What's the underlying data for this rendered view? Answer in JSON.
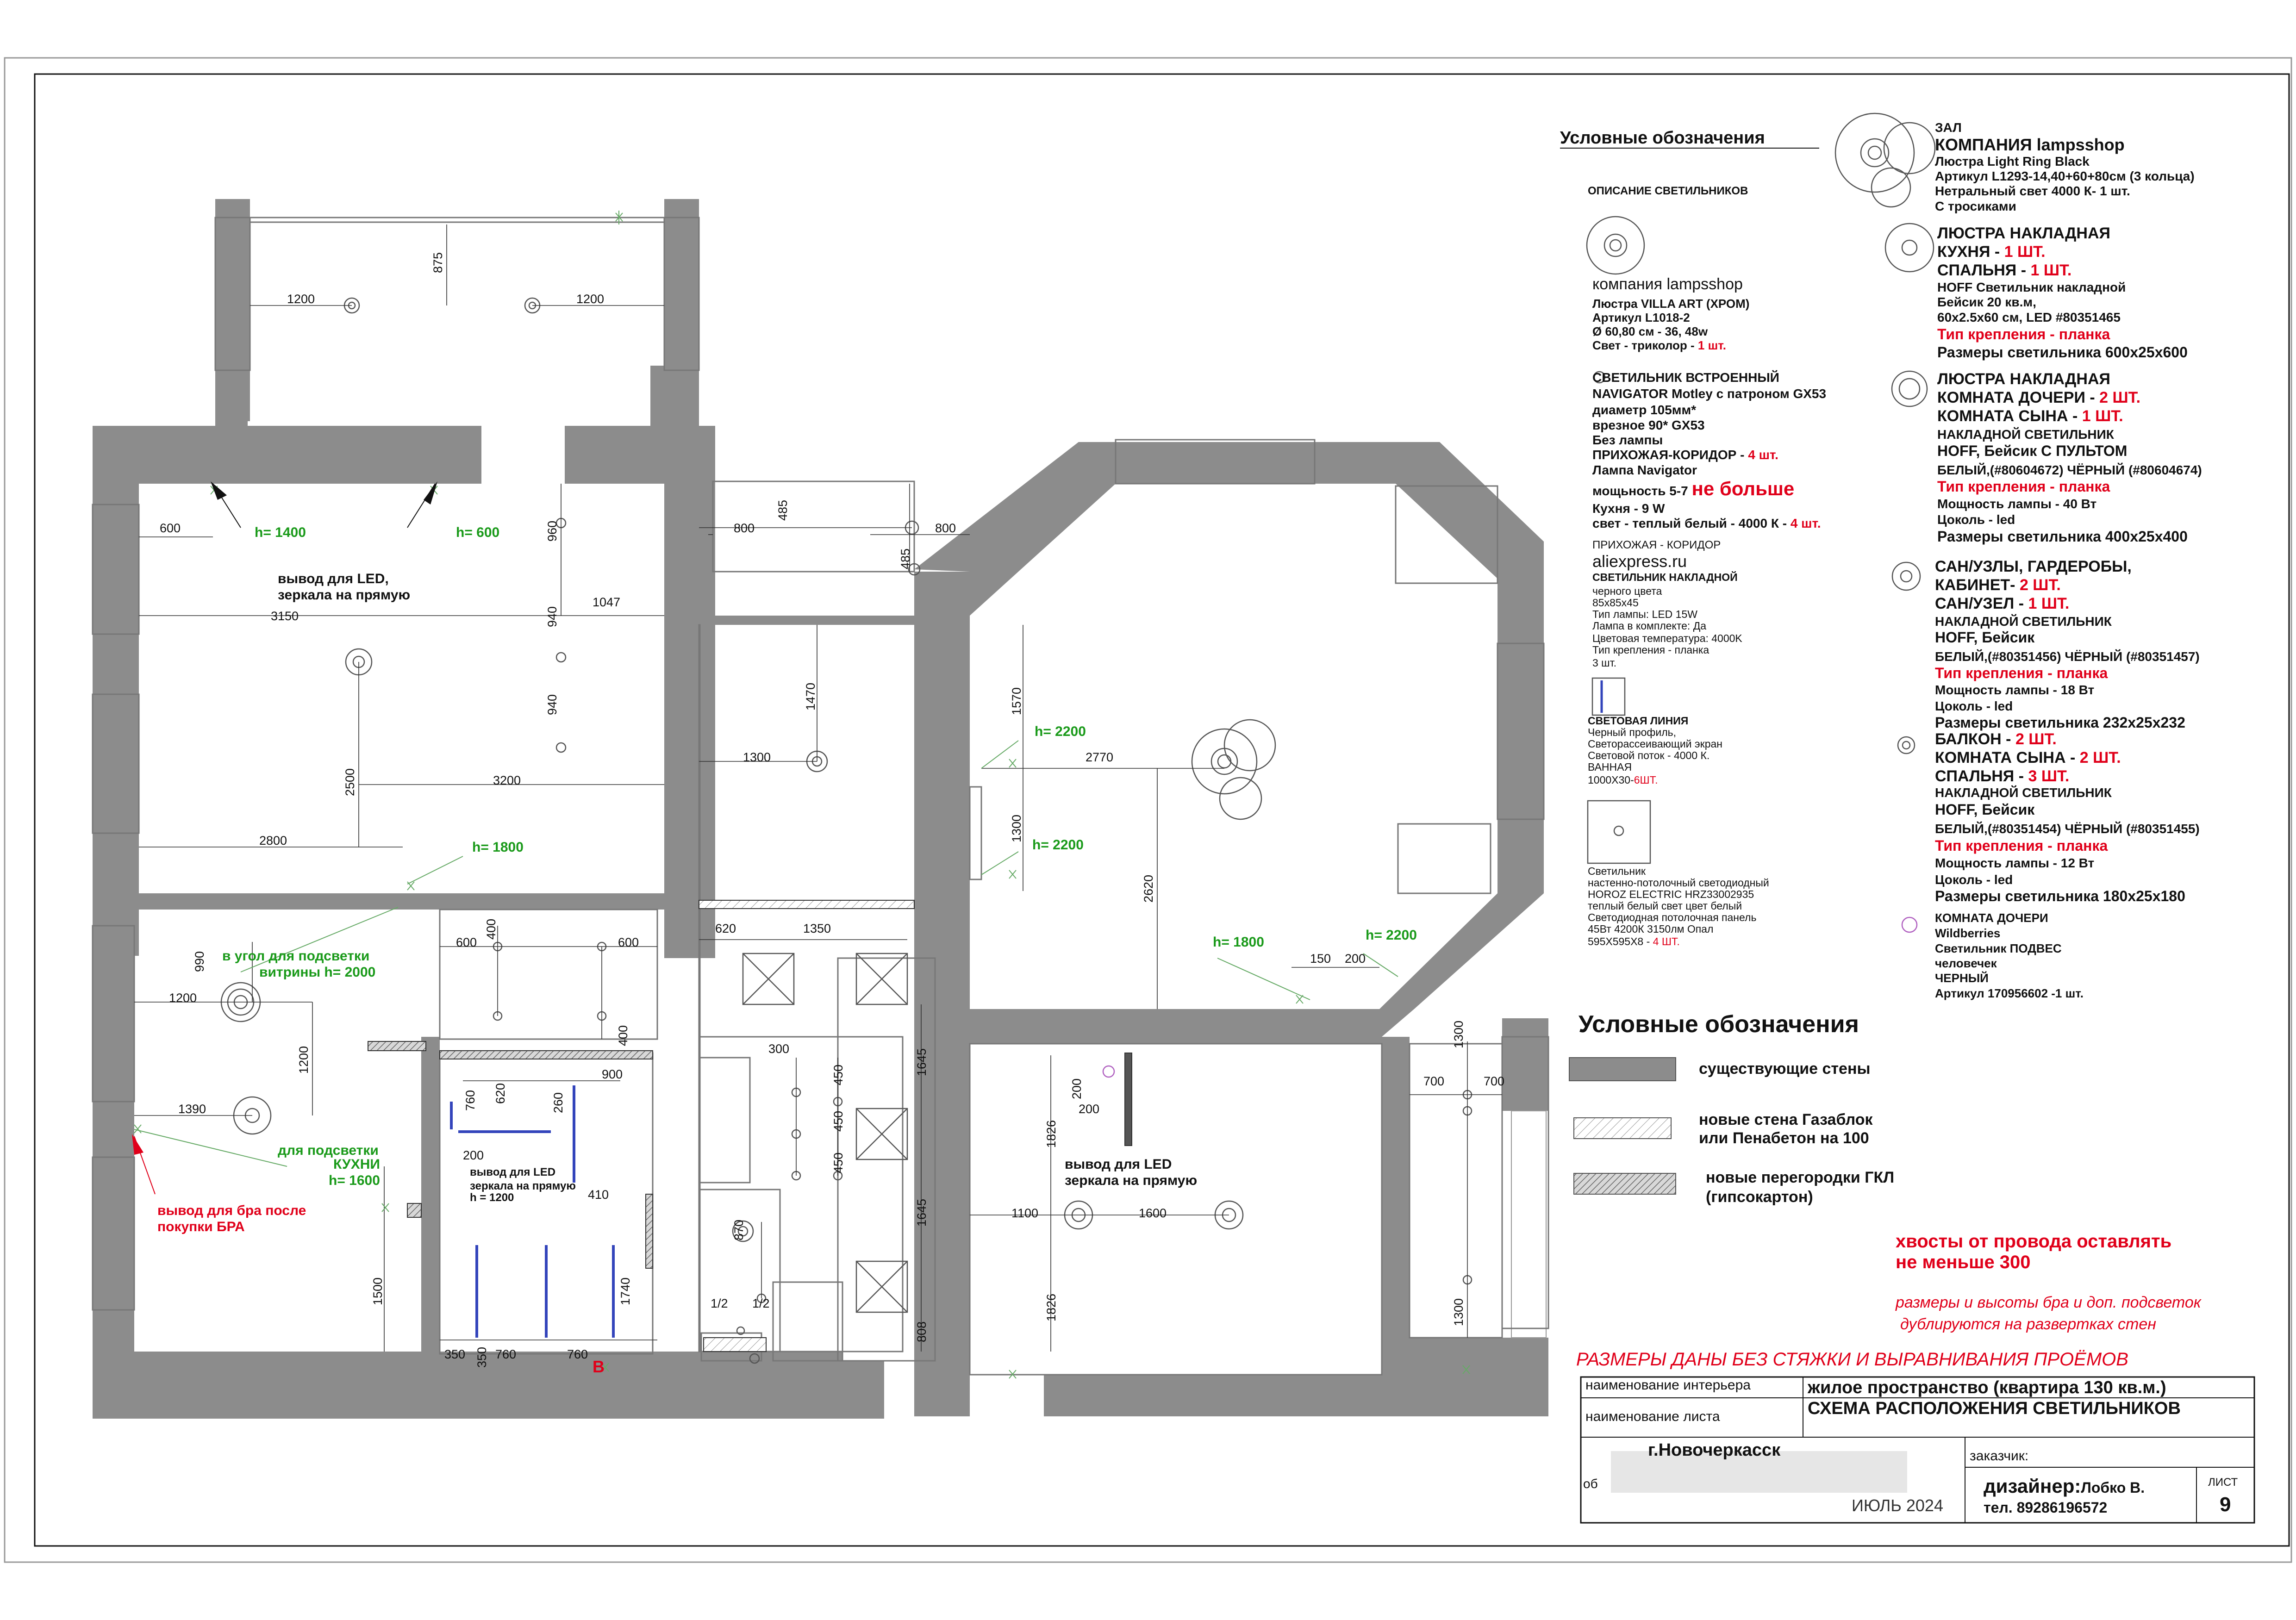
{
  "header": {
    "legend_title": "Условные обозначения",
    "fixtures_desc": "ОПИСАНИЕ СВЕТИЛЬНИКОВ"
  },
  "fixtures": {
    "f1": [
      "компания lampsshop",
      "Люстра VILLA ART (ХРОМ)",
      "Артикул  L1018-2",
      "Ø 60,80 см - 36, 48w",
      "Свет -  триколор - ",
      "1 шт."
    ],
    "f2": [
      "СВЕТИЛЬНИК ВСТРОЕННЫЙ",
      "NAVIGATOR Motley с патроном GX53",
      "диаметр 105мм*",
      "врезное 90* GX53",
      "Без лампы",
      "ПРИХОЖАЯ-КОРИДОР - ",
      "4 шт.",
      "Лампа Navigator",
      "мощьность 5-7 ",
      "не больше",
      "Кухня - 9 W",
      "свет - теплый белый - 4000 К - ",
      "4 шт."
    ],
    "f3": [
      "ПРИХОЖАЯ - КОРИДОР",
      "aliexpress.ru",
      "СВЕТИЛЬНИК НАКЛАДНОЙ",
      "черного цвета",
      "85х85х45",
      "Тип лампы: LED 15W",
      "Лампа в комплекте: Да",
      "Цветовая температура: 4000K",
      "Тип крепления - планка",
      "3 шт."
    ],
    "f4": [
      "СВЕТОВАЯ ЛИНИЯ",
      "Черный профиль,",
      "Светорассеивающий экран",
      "Световой поток - 4000 К.",
      "ВАННАЯ",
      "1000Х30-",
      "6ШТ."
    ],
    "f5": [
      "Светильник",
      "настенно-потолочный светодиодный",
      "HOROZ ELECTRIC HRZ33002935",
      "теплый белый свет цвет белый",
      "Светодиодная потолочная панель",
      "45Вт 4200К 3150лм Опал",
      "595Х595Х8 - ",
      "4 ШТ."
    ],
    "r1": [
      "ЗАЛ",
      "КОМПАНИЯ lampsshop",
      "Люстра Light Ring Black",
      "Артикул L1293-14,40+60+80см (3 кольца)",
      "Нетральный свет 4000 К- 1 шт.",
      "С тросиками"
    ],
    "r2": [
      "ЛЮСТРА НАКЛАДНАЯ",
      "КУХНЯ - ",
      "1 ШТ.",
      "СПАЛЬНЯ - ",
      "1 ШТ.",
      "HOFF Светильник накладной",
      "Бейсик 20 кв.м,",
      "60x2.5x60 см, LED #80351465",
      "Тип крепления - планка",
      "Размеры светильника 600х25х600"
    ],
    "r3": [
      "ЛЮСТРА НАКЛАДНАЯ",
      "КОМНАТА ДОЧЕРИ - ",
      "2 ШТ.",
      "КОМНАТА СЫНА - ",
      "1 ШТ.",
      "НАКЛАДНОЙ СВЕТИЛЬНИК",
      "HOFF, Бейсик С ПУЛЬТОМ",
      "БЕЛЫЙ,(#80604672) ЧЁРНЫЙ (#80604674)",
      "Тип крепления - планка",
      "Мощность лампы - 40 Вт",
      "Цоколь - led",
      "Размеры светильника 400х25х400"
    ],
    "r4": [
      "САН/УЗЛЫ, ГАРДЕРОБЫ,",
      "КАБИНЕТ- ",
      "2 ШТ.",
      "САН/УЗЕЛ - ",
      "1 ШТ.",
      "НАКЛАДНОЙ СВЕТИЛЬНИК",
      "HOFF, Бейсик",
      "БЕЛЫЙ,(#80351456) ЧЁРНЫЙ (#80351457)",
      "Тип крепления - планка",
      "Мощность лампы - 18 Вт",
      "Цоколь - led",
      "Размеры светильника 232х25х232"
    ],
    "r5": [
      "БАЛКОН - ",
      "2 ШТ.",
      "КОМНАТА СЫНА - ",
      "2 ШТ.",
      "СПАЛЬНЯ - ",
      "3 ШТ.",
      "НАКЛАДНОЙ СВЕТИЛЬНИК",
      "HOFF, Бейсик",
      "БЕЛЫЙ,(#80351454) ЧЁРНЫЙ (#80351455)",
      "Тип крепления - планка",
      "Мощность лампы - 12 Вт",
      "Цоколь - led",
      "Размеры светильника 180х25х180"
    ],
    "r6": [
      "КОМНАТА ДОЧЕРИ",
      "Wildberries",
      "Светильник ПОДВЕС",
      "человечек",
      "ЧЕРНЫЙ",
      "Артикул    170956602 -1 шт."
    ]
  },
  "legend2": {
    "title": "Условные обозначения",
    "items": [
      "существующие стены",
      "новые стена Газаблок",
      "или Пенабетон на 100",
      "новые перегородки ГКЛ",
      "(гипсокартон)"
    ]
  },
  "notes": {
    "wires": [
      "хвосты от провода оставлять",
      "не меньше 300"
    ],
    "sconces": [
      "размеры и высоты бра и доп. подсветок",
      "дублируются на развертках стен"
    ],
    "bottom": "РАЗМЕРЫ ДАНЫ  БЕЗ СТЯЖКИ И ВЫРАВНИВАНИЯ ПРОЁМОВ"
  },
  "titleblock": {
    "interior_label": "наименование интерьера",
    "interior_value": "жилое пространство (квартира 130 кв.м.)",
    "sheet_label": "наименование листа",
    "sheet_value": "СХЕМА РАСПОЛОЖЕНИЯ СВЕТИЛЬНИКОВ",
    "city": "г.Новочеркасск",
    "object_prefix": "об",
    "date": "ИЮЛЬ 2024",
    "client_label": "заказчик:",
    "designer_label": "дизайнер:",
    "designer_name": "Лобко В.",
    "phone": "тел. 89286196572",
    "sheet_no_label": "ЛИСТ",
    "sheet_no": "9"
  },
  "plan": {
    "dims": [
      "1200",
      "875",
      "1200",
      "600",
      "960",
      "940",
      "940",
      "1047",
      "3150",
      "2500",
      "3200",
      "2800",
      "800",
      "485",
      "800",
      "485",
      "1470",
      "1300",
      "1570",
      "2770",
      "1300",
      "2620",
      "150",
      "200",
      "990",
      "1200",
      "1200",
      "1390",
      "1500",
      "400",
      "600",
      "600",
      "400",
      "760",
      "620",
      "260",
      "900",
      "410",
      "200",
      "870",
      "1/2",
      "1/2",
      "350",
      "350",
      "760",
      "760",
      "1740",
      "620",
      "1350",
      "300",
      "450",
      "450",
      "450",
      "1645",
      "1645",
      "808",
      "200",
      "200",
      "1826",
      "1826",
      "1100",
      "1600",
      "700",
      "700",
      "1300",
      "1300"
    ],
    "greens": [
      "h= 1400",
      "h= 600",
      "h= 1800",
      "h= 2200",
      "h= 2200",
      "h= 1800",
      "h= 2200",
      "в угол для подсветки",
      "витрины h= 2000",
      "для подсветки",
      "КУХНИ",
      "h= 1600"
    ],
    "black_notes": [
      "вывод для LED,",
      "зеркала на прямую",
      "вывод для LED",
      "зеркала на прямую",
      "h = 1200",
      "вывод для LED",
      "зеркала на прямую"
    ],
    "red_notes": [
      "вывод для бра после",
      "покупки БРА",
      "В"
    ]
  }
}
